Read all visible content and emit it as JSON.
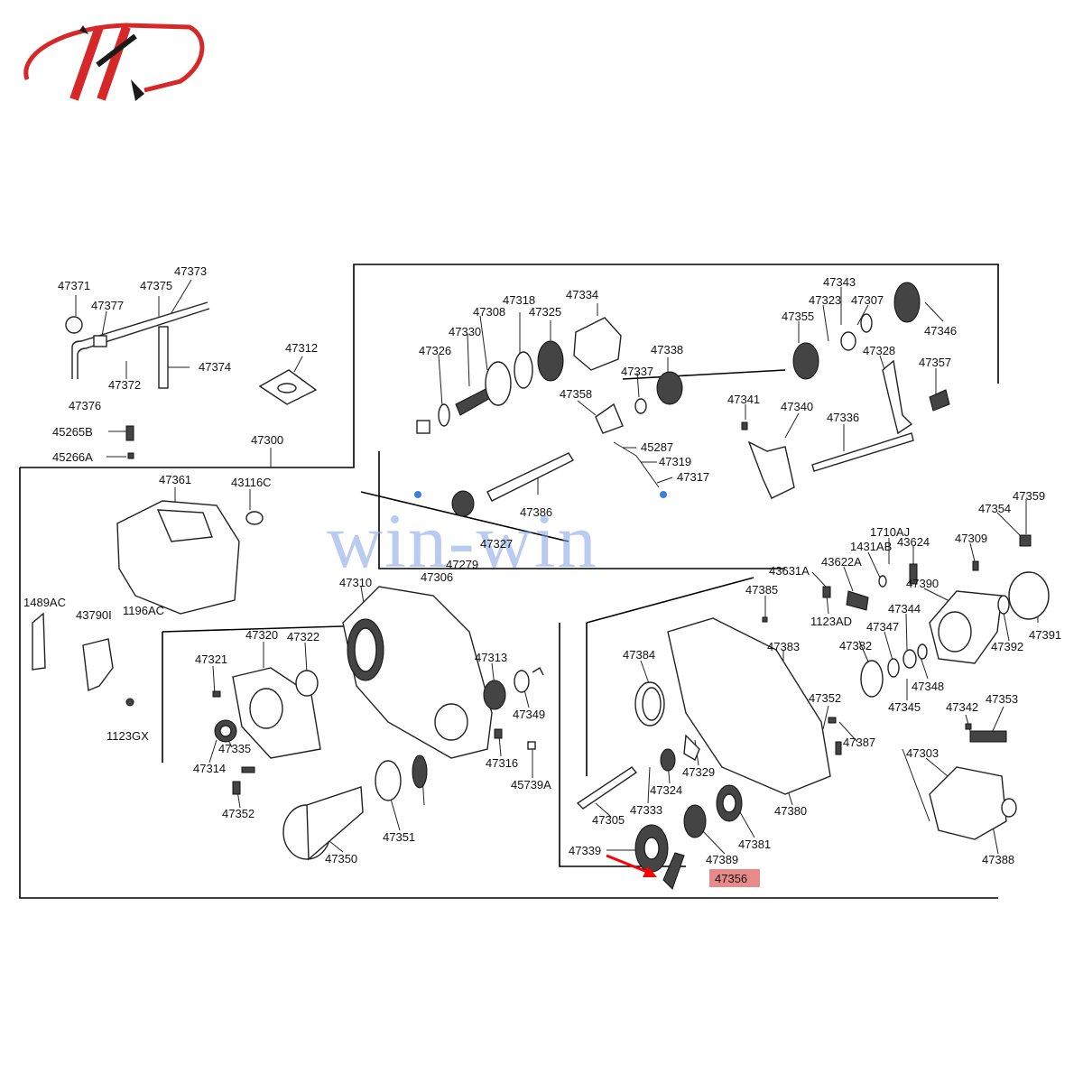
{
  "watermark": "win-win",
  "highlight": {
    "part": "47356",
    "color": "#e88a8a",
    "arrow_color": "#ff0000"
  },
  "colors": {
    "brand_red": "#d62828",
    "brand_dark": "#1a1a1a",
    "line": "#000000",
    "watermark": "#7fa0e6"
  },
  "labels": [
    "47371",
    "47373",
    "47377",
    "47375",
    "47376",
    "47372",
    "47374",
    "47312",
    "45265B",
    "45266A",
    "47300",
    "47361",
    "43116C",
    "1196AC",
    "1489AC",
    "43790I",
    "1123GX",
    "47318",
    "47334",
    "47308",
    "47325",
    "47330",
    "47326",
    "47338",
    "47337",
    "47358",
    "45287",
    "47319",
    "47317",
    "47386",
    "47327",
    "47279",
    "47306",
    "47343",
    "47323",
    "47307",
    "47355",
    "47346",
    "47328",
    "47357",
    "47341",
    "47340",
    "47336",
    "47359",
    "47354",
    "47309",
    "1710AJ",
    "1431AB",
    "43624",
    "43631A",
    "43622A",
    "47385",
    "1123AD",
    "47390",
    "47344",
    "47347",
    "47391",
    "47392",
    "47382",
    "47383",
    "47345",
    "47348",
    "47310",
    "47320",
    "47322",
    "47321",
    "47335",
    "47314",
    "47352",
    "47350",
    "47351",
    "47313",
    "47349",
    "47316",
    "45739A",
    "47384",
    "47352",
    "47387",
    "47342",
    "47353",
    "47303",
    "47388",
    "47324",
    "47329",
    "47305",
    "47333",
    "47339",
    "47389",
    "47381",
    "47380",
    "47356"
  ]
}
